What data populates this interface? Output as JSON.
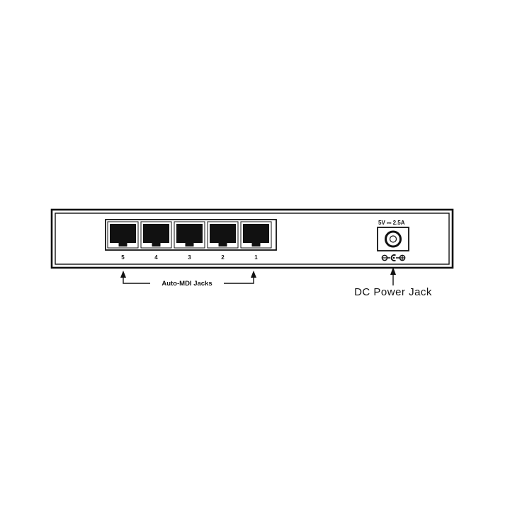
{
  "device": {
    "ports": [
      {
        "number": "5"
      },
      {
        "number": "4"
      },
      {
        "number": "3"
      },
      {
        "number": "2"
      },
      {
        "number": "1"
      }
    ],
    "power_rating": "5V ⎓ 2.5A"
  },
  "labels": {
    "auto_mdi": "Auto-MDI Jacks",
    "dc_power": "DC Power Jack"
  },
  "colors": {
    "line": "#111111",
    "background": "#ffffff"
  }
}
